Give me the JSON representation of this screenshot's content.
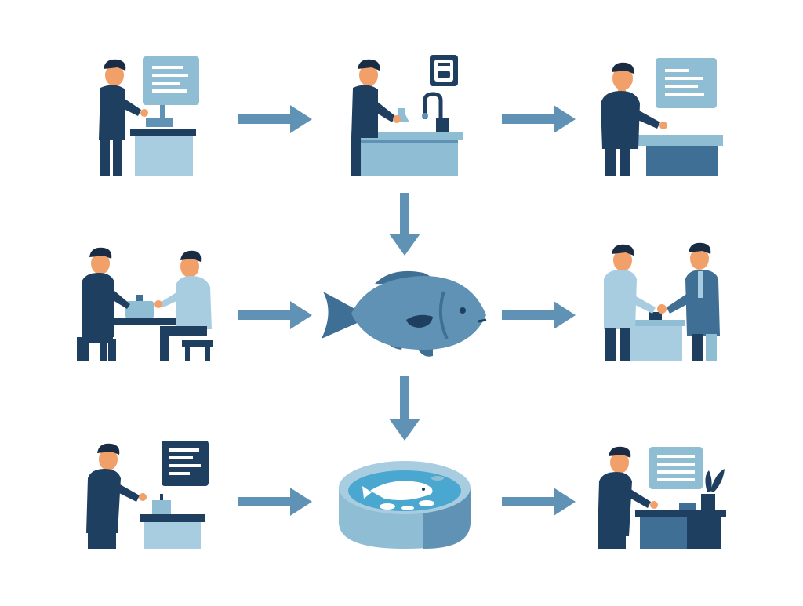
{
  "colors": {
    "navy": "#1f3f60",
    "steel": "#3f6f94",
    "mid": "#5f92b4",
    "light": "#8fbdd3",
    "pale": "#a9cde0",
    "skin": "#f2a06a",
    "hair": "#1a2c44",
    "white": "#ffffff",
    "water": "#4aa8d0"
  },
  "nodes": [
    {
      "id": "scientist-at-monitor",
      "icon": "person-at-desk-with-monitor-icon"
    },
    {
      "id": "lab-technician-at-sink",
      "icon": "person-at-lab-sink-icon"
    },
    {
      "id": "worker-at-terminal",
      "icon": "person-at-counter-with-screen-icon"
    },
    {
      "id": "seated-consultation",
      "icon": "two-people-at-table-icon"
    },
    {
      "id": "fish-center",
      "icon": "fish-icon"
    },
    {
      "id": "handshake-deal",
      "icon": "handshake-icon"
    },
    {
      "id": "presenter-at-podium",
      "icon": "person-at-podium-with-board-icon"
    },
    {
      "id": "aquaculture-tank",
      "icon": "fish-tank-icon"
    },
    {
      "id": "office-worker",
      "icon": "person-at-desk-with-plant-icon"
    }
  ],
  "edges": [
    {
      "from": "scientist-at-monitor",
      "to": "lab-technician-at-sink",
      "direction": "right"
    },
    {
      "from": "lab-technician-at-sink",
      "to": "worker-at-terminal",
      "direction": "right"
    },
    {
      "from": "lab-technician-at-sink",
      "to": "fish-center",
      "direction": "down"
    },
    {
      "from": "seated-consultation",
      "to": "fish-center",
      "direction": "right"
    },
    {
      "from": "fish-center",
      "to": "handshake-deal",
      "direction": "right"
    },
    {
      "from": "fish-center",
      "to": "aquaculture-tank",
      "direction": "down"
    },
    {
      "from": "presenter-at-podium",
      "to": "aquaculture-tank",
      "direction": "right"
    },
    {
      "from": "aquaculture-tank",
      "to": "office-worker",
      "direction": "right"
    }
  ]
}
